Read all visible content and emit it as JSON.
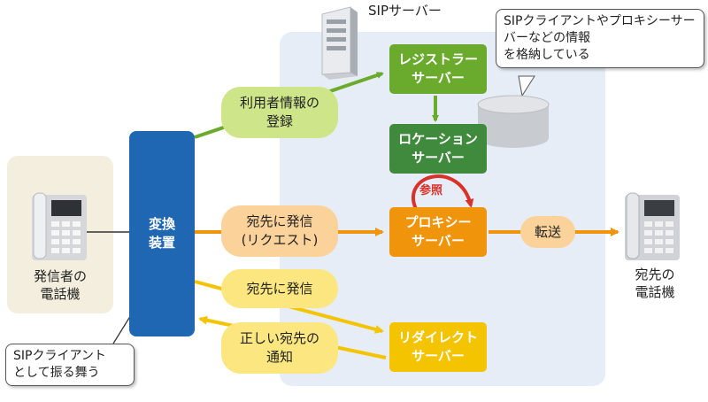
{
  "sip_server_label": "SIPサーバー",
  "callout_db": "SIPクライアントやプロキシーサーバーなどの情報\nを格納している",
  "callout_client": "SIPクライアント\nとして振る舞う",
  "converter": "変換\n装置",
  "caller_phone_label": "発信者の\n電話機",
  "dest_phone_label": "宛先の\n電話機",
  "registrar": "レジストラー\nサーバー",
  "location": "ロケーション\nサーバー",
  "proxy": "プロキシー\nサーバー",
  "redirect": "リダイレクト\nサーバー",
  "refer_label": "参照",
  "user_registration": "利用者情報の\n登録",
  "call_request": "宛先に発信\n(リクエスト)",
  "call_to_dest": "宛先に発信",
  "correct_dest_notify": "正しい宛先の\n通知",
  "transfer": "転送",
  "colors": {
    "green": "#6aab2e",
    "dark_green": "#3f8a3d",
    "orange": "#f0940c",
    "yellow": "#f5c400",
    "blue": "#1f66b3",
    "red": "#d8322a",
    "light_green_pill": "#cfe58a",
    "light_orange_pill": "#fbd29a",
    "light_yellow_pill": "#fbe680"
  }
}
